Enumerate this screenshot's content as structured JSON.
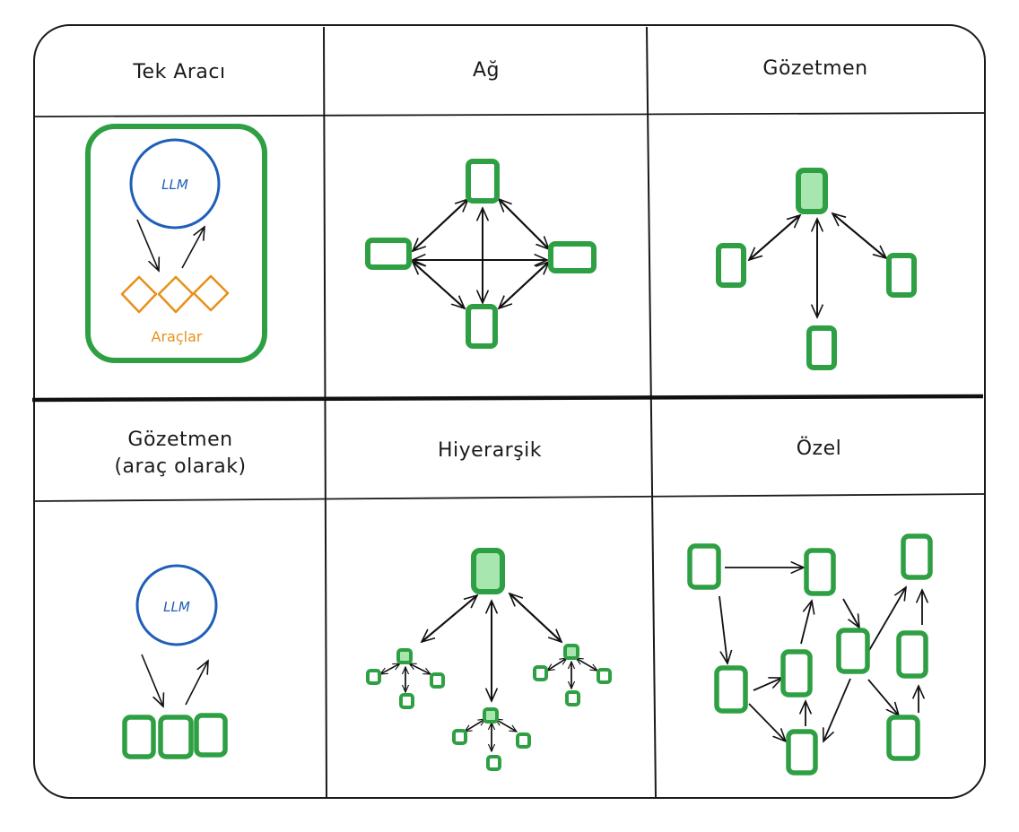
{
  "diagram": {
    "colors": {
      "agent_stroke": "#2ea043",
      "supervisor_fill": "#a8e6b0",
      "llm_stroke": "#1f5fb8",
      "tool_stroke": "#e8901a",
      "arrow": "#111111",
      "grid": "#1a1a1a"
    },
    "panels": [
      {
        "id": "single",
        "title": "Tek Aracı",
        "llm_label": "LLM",
        "tools_label": "Araçlar"
      },
      {
        "id": "network",
        "title": "Ağ"
      },
      {
        "id": "supervisor",
        "title": "Gözetmen"
      },
      {
        "id": "supervisor-tool",
        "title_line1": "Gözetmen",
        "title_line2": "(araç olarak)",
        "llm_label": "LLM"
      },
      {
        "id": "hierarchical",
        "title": "Hiyerarşik"
      },
      {
        "id": "custom",
        "title": "Özel"
      }
    ]
  }
}
